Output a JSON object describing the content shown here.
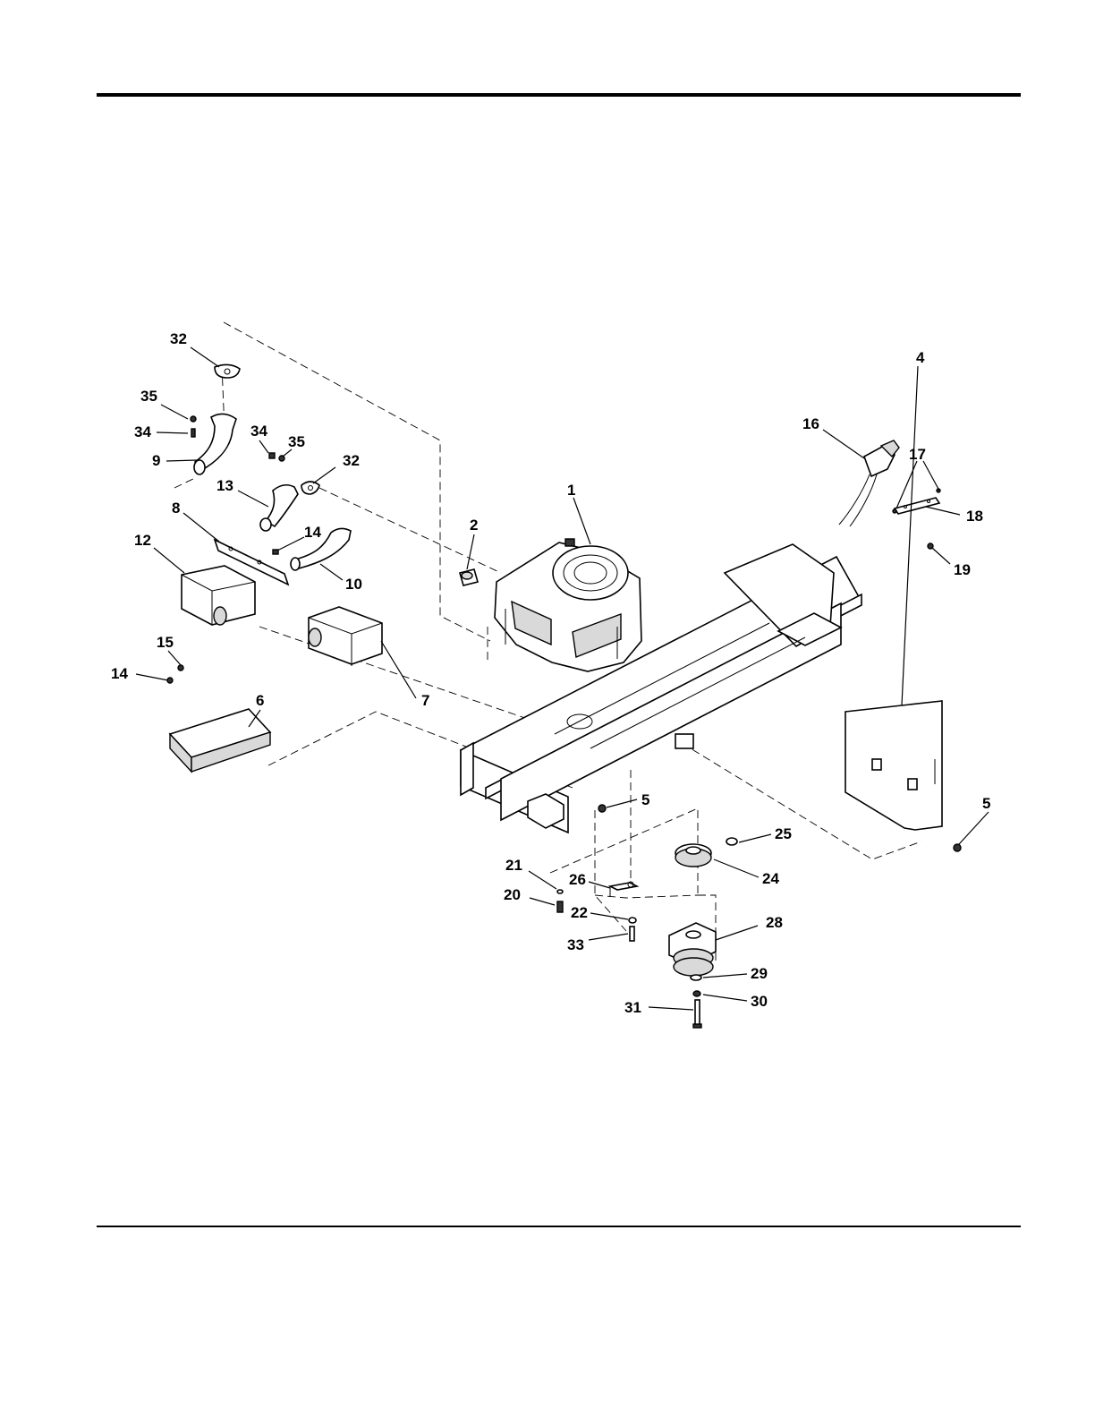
{
  "diagram": {
    "callouts": [
      {
        "id": "c32a",
        "text": "32"
      },
      {
        "id": "c35a",
        "text": "35"
      },
      {
        "id": "c34a",
        "text": "34"
      },
      {
        "id": "c9",
        "text": "9"
      },
      {
        "id": "c34b",
        "text": "34"
      },
      {
        "id": "c35b",
        "text": "35"
      },
      {
        "id": "c32b",
        "text": "32"
      },
      {
        "id": "c13",
        "text": "13"
      },
      {
        "id": "c8",
        "text": "8"
      },
      {
        "id": "c14a",
        "text": "14"
      },
      {
        "id": "c12",
        "text": "12"
      },
      {
        "id": "c10",
        "text": "10"
      },
      {
        "id": "c2",
        "text": "2"
      },
      {
        "id": "c1",
        "text": "1"
      },
      {
        "id": "c16",
        "text": "16"
      },
      {
        "id": "c17",
        "text": "17"
      },
      {
        "id": "c18",
        "text": "18"
      },
      {
        "id": "c19",
        "text": "19"
      },
      {
        "id": "c15",
        "text": "15"
      },
      {
        "id": "c6",
        "text": "6"
      },
      {
        "id": "c14b",
        "text": "14"
      },
      {
        "id": "c7",
        "text": "7"
      },
      {
        "id": "c4",
        "text": "4"
      },
      {
        "id": "c5a",
        "text": "5"
      },
      {
        "id": "c5b",
        "text": "5"
      },
      {
        "id": "c25",
        "text": "25"
      },
      {
        "id": "c24",
        "text": "24"
      },
      {
        "id": "c21",
        "text": "21"
      },
      {
        "id": "c26",
        "text": "26"
      },
      {
        "id": "c20",
        "text": "20"
      },
      {
        "id": "c22",
        "text": "22"
      },
      {
        "id": "c33",
        "text": "33"
      },
      {
        "id": "c28",
        "text": "28"
      },
      {
        "id": "c29",
        "text": "29"
      },
      {
        "id": "c30",
        "text": "30"
      },
      {
        "id": "c31",
        "text": "31"
      }
    ]
  }
}
